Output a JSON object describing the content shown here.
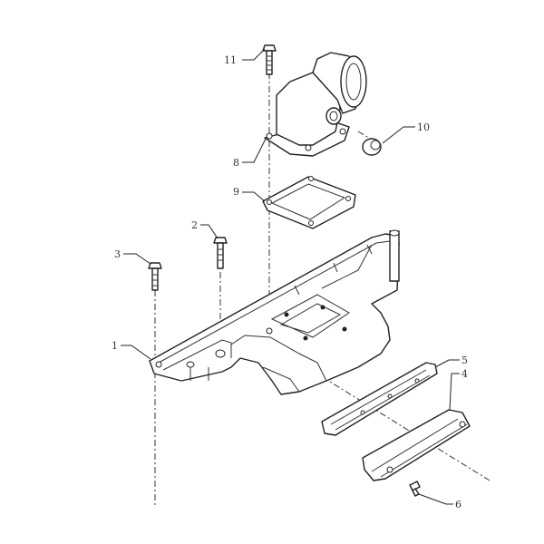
{
  "diagram": {
    "type": "exploded parts view",
    "callouts": [
      {
        "id": "11",
        "label": "11"
      },
      {
        "id": "10",
        "label": "10"
      },
      {
        "id": "8",
        "label": "8"
      },
      {
        "id": "9",
        "label": "9"
      },
      {
        "id": "2",
        "label": "2"
      },
      {
        "id": "3",
        "label": "3"
      },
      {
        "id": "1",
        "label": "1"
      },
      {
        "id": "5",
        "label": "5"
      },
      {
        "id": "4",
        "label": "4"
      },
      {
        "id": "6",
        "label": "6"
      }
    ]
  }
}
